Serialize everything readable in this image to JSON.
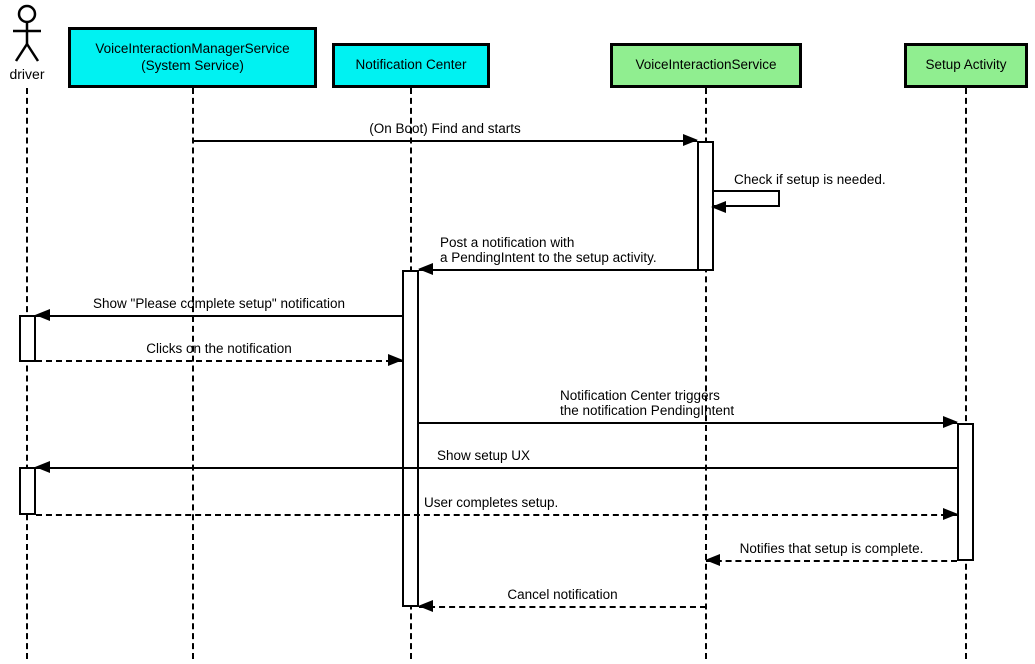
{
  "diagram_type": "uml-sequence-diagram",
  "colors": {
    "participant_cyan": "#00f2f2",
    "participant_green": "#90ee90",
    "line": "#000000",
    "background": "#ffffff"
  },
  "participants": [
    {
      "label": "driver",
      "kind": "actor",
      "fill": "none"
    },
    {
      "label": "VoiceInteractionManagerService\n(System Service)",
      "kind": "object",
      "fill": "#00f2f2"
    },
    {
      "label": "Notification Center",
      "kind": "object",
      "fill": "#00f2f2"
    },
    {
      "label": "VoiceInteractionService",
      "kind": "object",
      "fill": "#90ee90"
    },
    {
      "label": "Setup Activity",
      "kind": "object",
      "fill": "#90ee90"
    }
  ],
  "messages": [
    {
      "label": "(On Boot) Find and starts",
      "from": "VoiceInteractionManagerService (System Service)",
      "to": "VoiceInteractionService",
      "line": "solid"
    },
    {
      "label": "Check if setup is needed.",
      "from": "VoiceInteractionService",
      "to": "VoiceInteractionService",
      "line": "solid",
      "self_message": true
    },
    {
      "label": "Post a notification with\na PendingIntent to the setup activity.",
      "from": "VoiceInteractionService",
      "to": "Notification Center",
      "line": "solid"
    },
    {
      "label": "Show \"Please complete setup\" notification",
      "from": "Notification Center",
      "to": "driver",
      "line": "solid"
    },
    {
      "label": "Clicks on the notification",
      "from": "driver",
      "to": "Notification Center",
      "line": "dashed"
    },
    {
      "label": "Notification Center triggers\nthe notification PendingIntent",
      "from": "Notification Center",
      "to": "Setup Activity",
      "line": "solid"
    },
    {
      "label": "Show setup UX",
      "from": "Setup Activity",
      "to": "driver",
      "line": "solid"
    },
    {
      "label": "User completes setup.",
      "from": "driver",
      "to": "Setup Activity",
      "line": "dashed"
    },
    {
      "label": "Notifies that setup is complete.",
      "from": "Setup Activity",
      "to": "VoiceInteractionService",
      "line": "dashed"
    },
    {
      "label": "Cancel notification",
      "from": "VoiceInteractionService",
      "to": "Notification Center",
      "line": "dashed"
    }
  ]
}
